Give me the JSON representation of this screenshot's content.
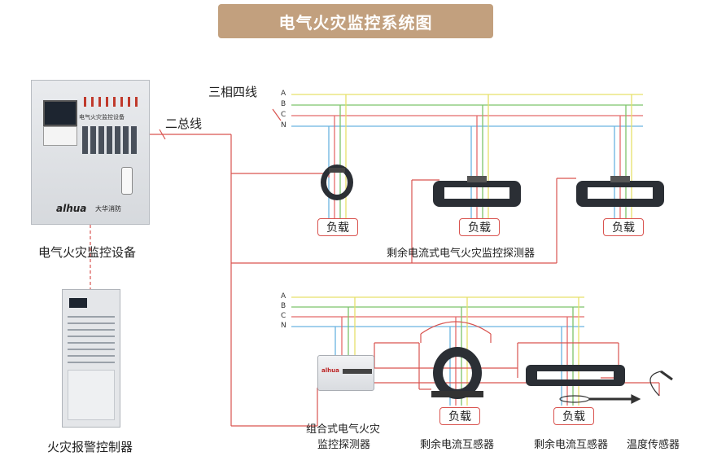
{
  "title": "电气火灾监控系统图",
  "labels": {
    "three_phase": "三相四线",
    "two_bus": "二总线",
    "monitoring_device": "电气火灾监控设备",
    "fire_alarm_controller": "火灾报警控制器",
    "residual_detector": "剩余电流式电气火灾监控探测器",
    "combined_detector_l1": "组合式电气火灾",
    "combined_detector_l2": "监控探测器",
    "rct1": "剩余电流互感器",
    "rct2": "剩余电流互感器",
    "temp_sensor": "温度传感器"
  },
  "phases": [
    "A",
    "B",
    "C",
    "N"
  ],
  "load_label": "负载",
  "device": {
    "brand": "alhua",
    "brand_cn": "大华消防",
    "panel_title": "电气火灾监控设备"
  },
  "colors": {
    "A": "#e6e06a",
    "B": "#7cc46a",
    "C": "#e46a6a",
    "N": "#6ab4e0",
    "bus": "#d9534f",
    "banner": "#c2a07e"
  }
}
